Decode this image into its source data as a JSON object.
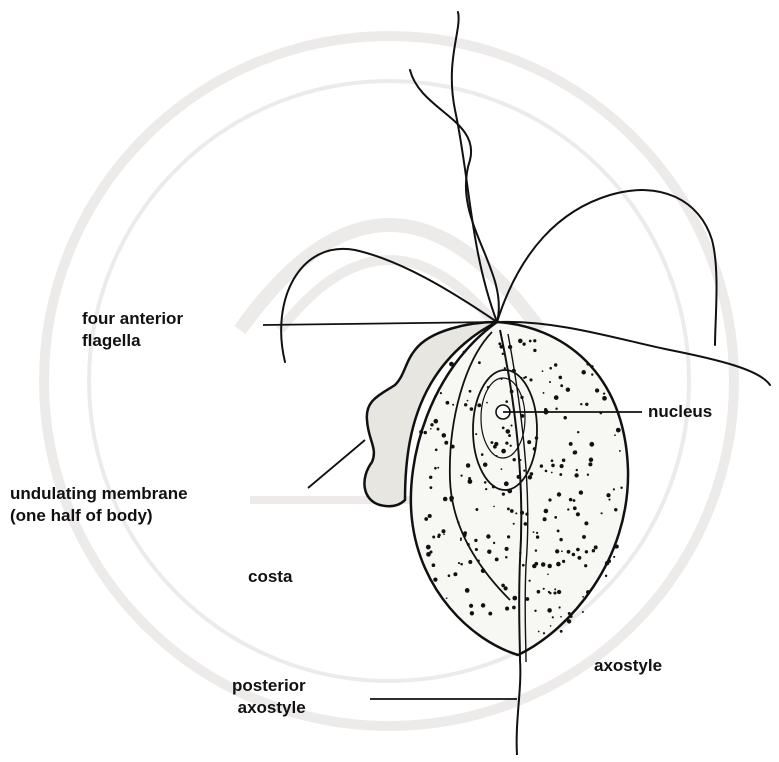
{
  "labels": {
    "flagella_line1": "four anterior",
    "flagella_line2": "flagella",
    "nucleus": "nucleus",
    "membrane_line1": "undulating membrane",
    "membrane_line2": "(one half of body)",
    "costa": "costa",
    "axostyle": "axostyle",
    "posterior_axostyle_line1": "posterior",
    "posterior_axostyle_line2": "axostyle"
  },
  "colors": {
    "ink": "#111111",
    "watermark": "#ece8e8"
  }
}
